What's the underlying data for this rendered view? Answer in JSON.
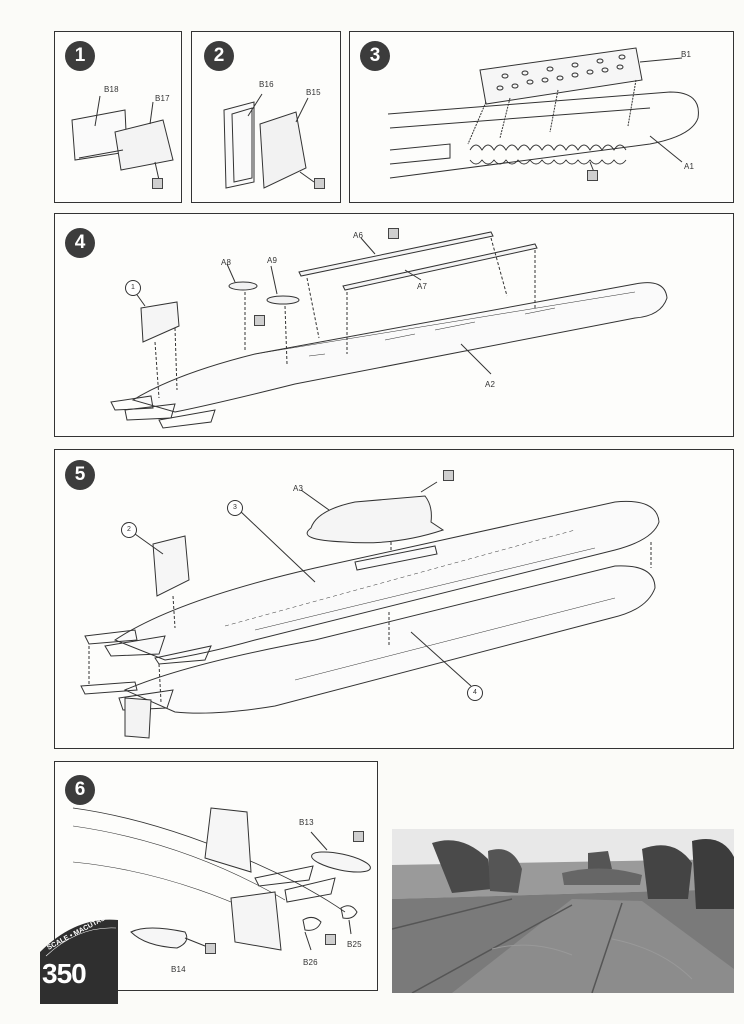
{
  "steps": {
    "s1": {
      "number": "1",
      "parts": [
        "B18",
        "B17"
      ]
    },
    "s2": {
      "number": "2",
      "parts": [
        "B16",
        "B15"
      ]
    },
    "s3": {
      "number": "3",
      "parts": [
        "B1",
        "A1"
      ]
    },
    "s4": {
      "number": "4",
      "parts": [
        "A6",
        "A8",
        "A9",
        "A7",
        "A2"
      ],
      "subassembly": "1"
    },
    "s5": {
      "number": "5",
      "parts": [
        "A3"
      ],
      "subassemblies": [
        "2",
        "3",
        "4"
      ]
    },
    "s6": {
      "number": "6",
      "parts": [
        "B13",
        "B14",
        "B25",
        "B26"
      ]
    }
  },
  "badge": {
    "arc_text": "SCALE • MACUTAS",
    "scale": "350"
  },
  "colors": {
    "line": "#333333",
    "step_circle": "#3c3c3c",
    "glue_mark": "#cfcfcf"
  }
}
